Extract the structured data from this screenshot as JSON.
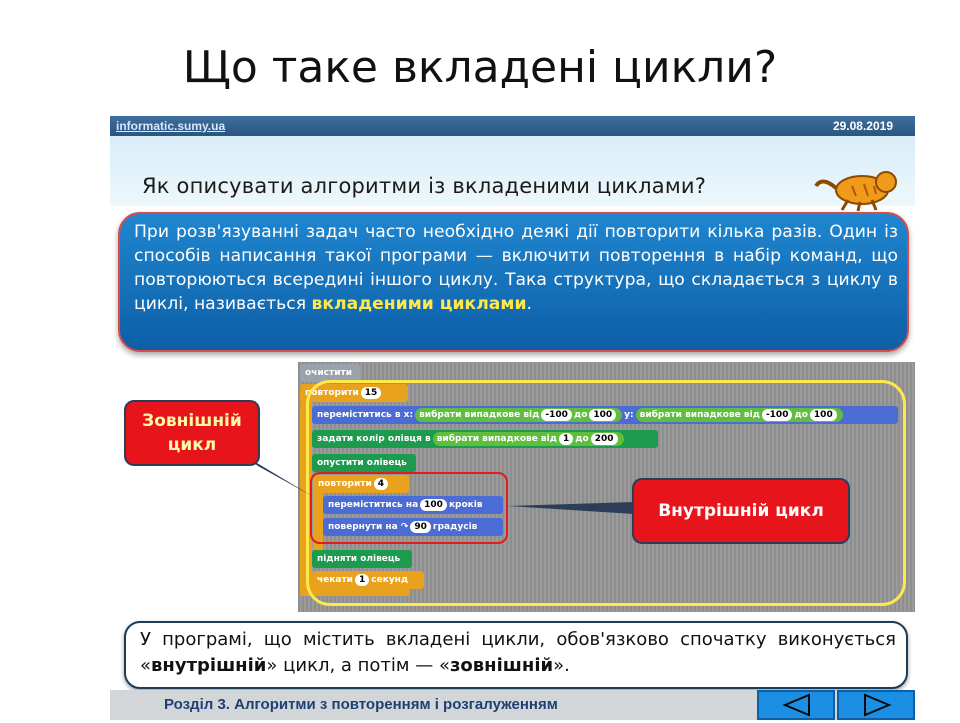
{
  "title": "Що таке вкладені цикли?",
  "header": {
    "site": "informatic.sumy.ua",
    "date": "29.08.2019",
    "question": "Як описувати алгоритми із вкладеними циклами?"
  },
  "intro": {
    "text": "При розв'язуванні задач часто необхідно деякі дії повторити кілька разів. Один із способів написання такої програми — включити повторення в набір команд, що повторюються всередині іншого циклу. Така структура, що складається з циклу в циклі, називається ",
    "highlight": "вкладеними циклами",
    "end": "."
  },
  "scratch": {
    "clear": "очистити",
    "repeat_outer": "повторити",
    "repeat_outer_n": "15",
    "goto": "переміститись в x:",
    "pick1": "вибрати випадкове від",
    "from1": "-100",
    "to_word": "до",
    "to1": "100",
    "y_label": "y:",
    "pick2": "вибрати випадкове від",
    "from2": "-100",
    "to2": "100",
    "setcolor": "задати колір олівця в",
    "pick3": "вибрати випадкове від",
    "from3": "1",
    "to3": "200",
    "pendown": "опустити олівець",
    "repeat_inner": "повторити",
    "repeat_inner_n": "4",
    "move": "переміститись на",
    "move_n": "100",
    "steps": "кроків",
    "turn": "повернути на",
    "turn_n": "90",
    "degrees": "градусів",
    "penup": "підняти олівець",
    "wait": "чекати",
    "wait_n": "1",
    "seconds": "секунд"
  },
  "callouts": {
    "outer_line1": "Зовнішній",
    "outer_line2": "цикл",
    "inner": "Внутрішній цикл"
  },
  "conclusion": {
    "part1": "У програмі, що містить вкладені цикли, обов'язково спочатку виконується «",
    "bold1": "внутрішній",
    "part2": "» цикл, а потім — «",
    "bold2": "зовнішній",
    "part3": "»."
  },
  "footer": {
    "chapter": "Розділ 3. Алгоритми з повторенням і розгалуженням"
  },
  "colors": {
    "accent_blue": "#1a8fe3",
    "callout_red": "#e8141b",
    "highlight_yellow": "#ffe84a"
  },
  "icons": {
    "prev": "triangle-left-icon",
    "next": "triangle-right-icon",
    "turn": "rotate-icon",
    "cat": "scratch-cat-icon"
  }
}
